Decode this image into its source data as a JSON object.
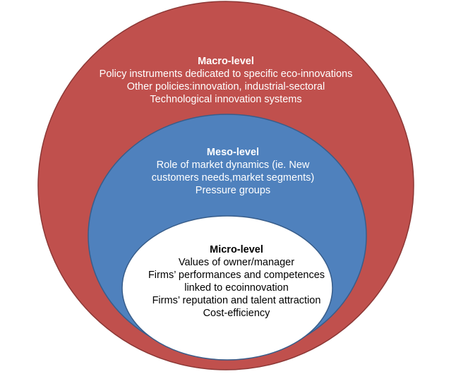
{
  "diagram": {
    "colors": {
      "macro_fill": "#C0504D",
      "macro_stroke": "#8C3836",
      "meso_fill": "#4F81BD",
      "meso_stroke": "#385D8A",
      "micro_fill": "#FFFFFF",
      "micro_stroke": "#385D8A"
    },
    "macro": {
      "title": "Macro-level",
      "lines": [
        "Policy instruments dedicated to specific eco-innovations",
        "Other policies:innovation, industrial-sectoral",
        "Technological innovation systems"
      ]
    },
    "meso": {
      "title": "Meso-level",
      "lines": [
        "Role of market dynamics (ie. New",
        "customers needs,market segments)",
        "Pressure groups"
      ]
    },
    "micro": {
      "title": "Micro-level",
      "lines": [
        "Values of owner/manager",
        "Firms’ performances and competences",
        "linked to ecoinnovation",
        "Firms’ reputation and talent attraction",
        "Cost-efficiency"
      ]
    }
  }
}
